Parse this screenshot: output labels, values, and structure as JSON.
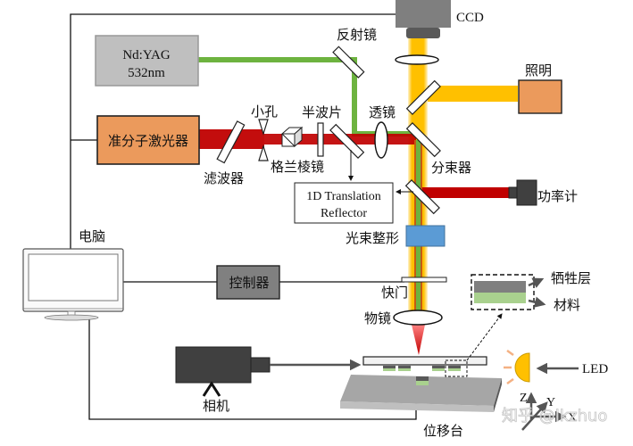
{
  "labels": {
    "nd_yag_line1": "Nd:YAG",
    "nd_yag_line2": "532nm",
    "excimer_laser": "准分子激光器",
    "ccd": "CCD",
    "reflector_mirror": "反射镜",
    "illumination": "照明",
    "pinhole": "小孔",
    "half_wave_plate": "半波片",
    "lens": "透镜",
    "filter": "滤波器",
    "glan_prism": "格兰棱镜",
    "beam_splitter": "分束器",
    "translation_line1": "1D Translation",
    "translation_line2": "Reflector",
    "power_meter": "功率计",
    "computer": "电脑",
    "beam_shaping": "光束整形",
    "controller": "控制器",
    "shutter": "快门",
    "objective": "物镜",
    "sacrificial_layer": "牺牲层",
    "material": "材料",
    "camera": "相机",
    "led": "LED",
    "stage": "位移台",
    "axis_z": "Z",
    "axis_y": "Y",
    "axis_x": "X",
    "watermark": "知乎 @lkzhuo"
  },
  "colors": {
    "green_beam": "#6db33f",
    "red_beam": "#c00000",
    "yellow_beam": "#ffc000",
    "orange_box": "#eb9a5c",
    "gray_box": "#bfbfbf",
    "dark_gray": "#404040",
    "blue_box": "#5b9bd5",
    "controller_gray": "#808080",
    "material_green": "#a9d18e",
    "stage_gray": "#a6a6a6"
  }
}
